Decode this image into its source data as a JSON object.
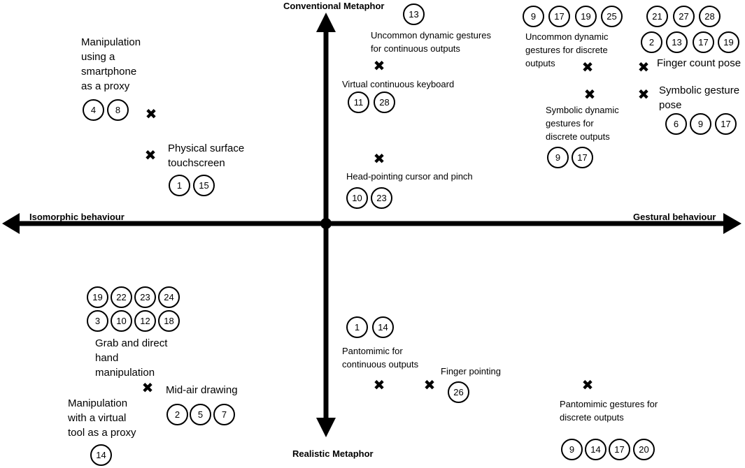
{
  "axes": {
    "top": "Conventional Metaphor",
    "bottom": "Realistic Metaphor",
    "left": "Isomorphic behaviour",
    "right": "Gestural behaviour"
  },
  "items": [
    {
      "id": "smartphone-proxy",
      "label": "Manipulation\nusing a\nsmartphone\nas a proxy",
      "refs": [
        "4",
        "8"
      ]
    },
    {
      "id": "physical-surface",
      "label": "Physical surface\ntouchscreen",
      "refs": [
        "1",
        "15"
      ]
    },
    {
      "id": "uncommon-continuous",
      "label": "Uncommon dynamic gestures\nfor continuous outputs",
      "refs": [
        "13"
      ]
    },
    {
      "id": "virtual-keyboard",
      "label": "Virtual continuous keyboard",
      "refs": [
        "11",
        "28"
      ]
    },
    {
      "id": "head-pointing",
      "label": "Head-pointing cursor and pinch",
      "refs": [
        "10",
        "23"
      ]
    },
    {
      "id": "uncommon-discrete",
      "label": "Uncommon dynamic\ngestures for discrete\noutputs",
      "refs": [
        "9",
        "17",
        "19",
        "25"
      ]
    },
    {
      "id": "symbolic-dynamic",
      "label": "Symbolic dynamic\ngestures for\ndiscrete outputs",
      "refs": [
        "9",
        "17"
      ]
    },
    {
      "id": "finger-count",
      "label": "Finger count pose",
      "refs": [
        "21",
        "27",
        "28",
        "2",
        "13",
        "17",
        "19"
      ]
    },
    {
      "id": "symbolic-pose",
      "label": "Symbolic gesture\npose",
      "refs": [
        "6",
        "9",
        "17"
      ]
    },
    {
      "id": "grab-direct",
      "label": "Grab and direct\nhand\nmanipulation",
      "refs": [
        "19",
        "22",
        "23",
        "24",
        "3",
        "10",
        "12",
        "18"
      ]
    },
    {
      "id": "mid-air",
      "label": "Mid-air drawing",
      "refs": [
        "2",
        "5",
        "7"
      ]
    },
    {
      "id": "virtual-tool",
      "label": "Manipulation\nwith a virtual\ntool as a proxy",
      "refs": [
        "14"
      ]
    },
    {
      "id": "pantomimic-continuous",
      "label": "Pantomimic for\ncontinuous outputs",
      "refs": [
        "1",
        "14"
      ]
    },
    {
      "id": "finger-pointing",
      "label": "Finger pointing",
      "refs": [
        "26"
      ]
    },
    {
      "id": "pantomimic-discrete",
      "label": "Pantomimic gestures for\ndiscrete outputs",
      "refs": [
        "9",
        "14",
        "17",
        "20"
      ]
    }
  ],
  "marker_symbol": "✖"
}
